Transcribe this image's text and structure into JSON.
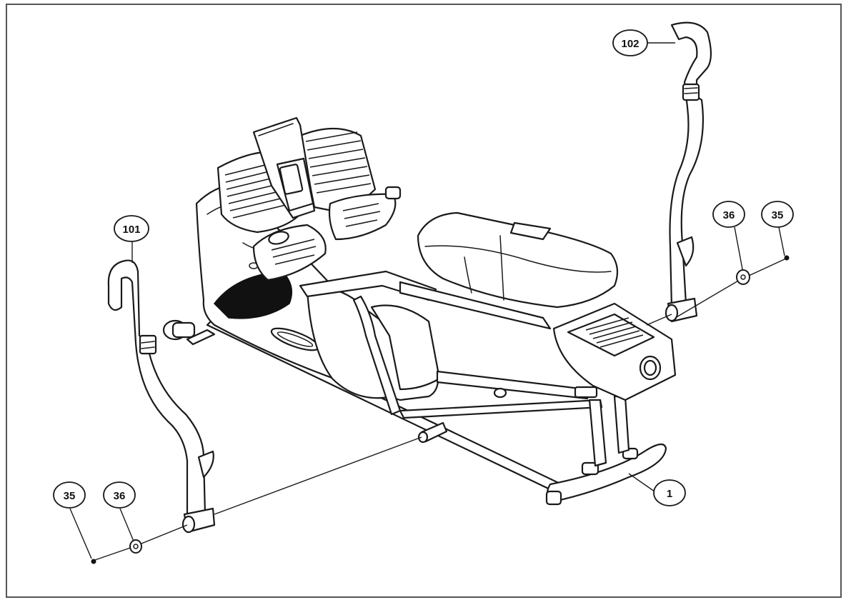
{
  "callouts": {
    "frame": "1",
    "screw_left": "35",
    "screw_right": "35",
    "washer_left": "36",
    "washer_right": "36",
    "handlebar_left": "101",
    "handlebar_right": "102"
  },
  "icons": {
    "handlebar_left": "handlebar-left-icon",
    "handlebar_right": "handlebar-right-icon",
    "washer": "washer-icon",
    "screw": "screw-icon",
    "machine": "elliptical-machine-icon"
  }
}
